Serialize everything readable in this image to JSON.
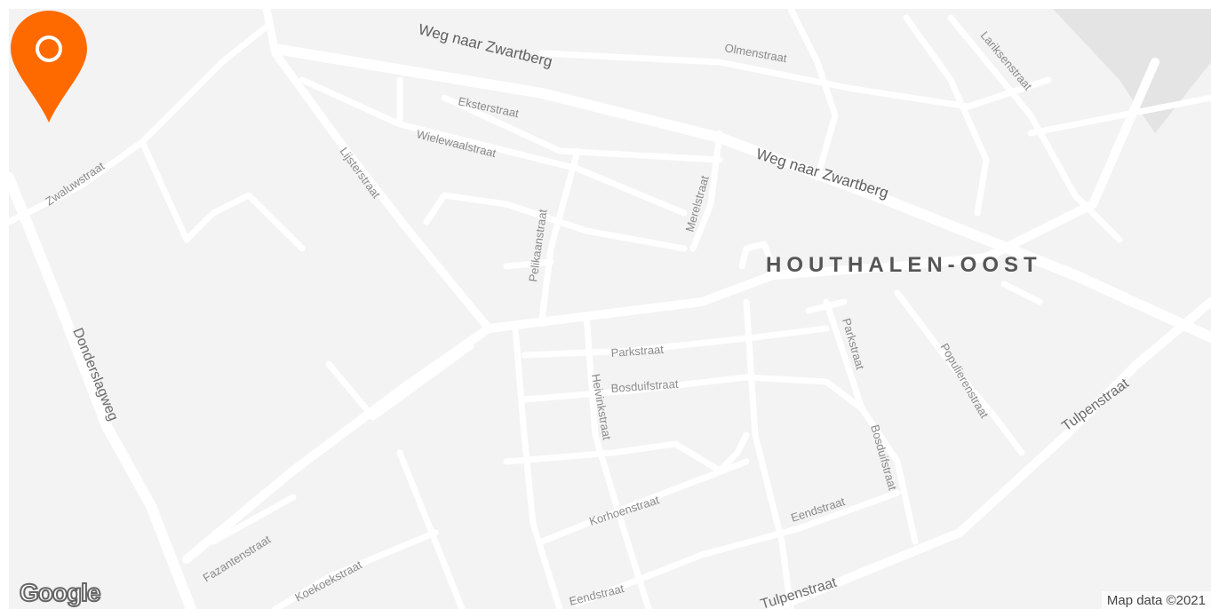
{
  "map": {
    "provider_logo": "Google",
    "attribution": "Map data ©2021",
    "place_label": "HOUTHALEN-OOST",
    "marker": {
      "icon": "map-pin-icon",
      "color": "#ff6a00"
    },
    "streets": {
      "weg_naar_zwartberg_1": "Weg naar Zwartberg",
      "weg_naar_zwartberg_2": "Weg naar Zwartberg",
      "olmenstraat": "Olmenstraat",
      "lariksenstraat": "Lariksenstraat",
      "eksterstraat": "Eksterstraat",
      "wielewaalstraat": "Wielewaalstraat",
      "zwaluwstraat": "Zwaluwstraat",
      "lijsterstraat": "Lijsterstraat",
      "pelikaanstraat": "Pelikaanstraat",
      "merelstraat": "Merelstraat",
      "parkstraat_1": "Parkstraat",
      "parkstraat_2": "Parkstraat",
      "bosduifstraat_1": "Bosduifstraat",
      "bosduifstraat_2": "Bosduifstraat",
      "heivinkstraat": "Heivinkstraat",
      "populierenstraat": "Populierenstraat",
      "tulpenstraat_1": "Tulpenstraat",
      "tulpenstraat_2": "Tulpenstraat",
      "donderslagweg": "Donderslagweg",
      "korhoenstraat": "Korhoenstraat",
      "eendstraat_1": "Eendstraat",
      "eendstraat_2": "Eendstraat",
      "fazantenstraat": "Fazantenstraat",
      "koekoekstraat": "Koekoekstraat"
    }
  }
}
